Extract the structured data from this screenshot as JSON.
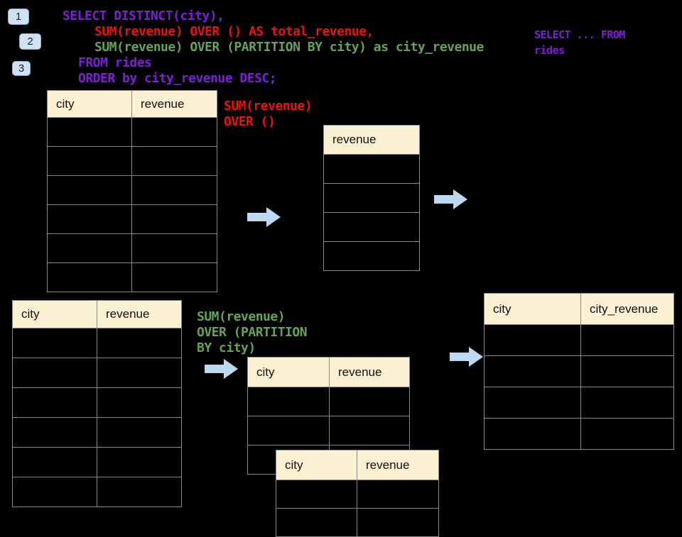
{
  "badges": [
    "1",
    "2",
    "3"
  ],
  "code": {
    "line1": "SELECT DISTINCT(city),",
    "line2": "SUM(revenue) OVER () AS total_revenue,",
    "line3": "SUM(revenue) OVER (PARTITION BY city) as city_revenue",
    "line4": "FROM rides",
    "line5": "ORDER by city_revenue DESC;"
  },
  "side_note": {
    "line1": "SELECT ... FROM",
    "line2": "rides"
  },
  "annotations": {
    "total_revenue": {
      "line1": "SUM(revenue)",
      "line2": "OVER ()"
    },
    "city_revenue": {
      "line1": "SUM(revenue)",
      "line2": "OVER (PARTITION",
      "line3": "BY city)"
    }
  },
  "tables": {
    "source_top": {
      "headers": [
        "city",
        "revenue"
      ],
      "rows": 6
    },
    "total_result": {
      "headers": [
        "revenue"
      ],
      "rows": 4
    },
    "source_bottom": {
      "headers": [
        "city",
        "revenue"
      ],
      "rows": 6
    },
    "partition_group_back": {
      "headers": [
        "city",
        "revenue"
      ],
      "rows": 3
    },
    "partition_group_front": {
      "headers": [
        "city",
        "revenue"
      ],
      "rows": 2
    },
    "final_result": {
      "headers": [
        "city",
        "city_revenue"
      ],
      "rows": 4
    }
  },
  "colors": {
    "background": "#000000",
    "purple": "#7d1fd8",
    "red": "#e9140b",
    "green": "#64a455",
    "headerFill": "#fbf0d2",
    "gridBorder": "#8a8a8a",
    "arrow": "#bdd8f1",
    "badgeFill": "#cfe2f3",
    "badgeBorder": "#93abc1"
  }
}
